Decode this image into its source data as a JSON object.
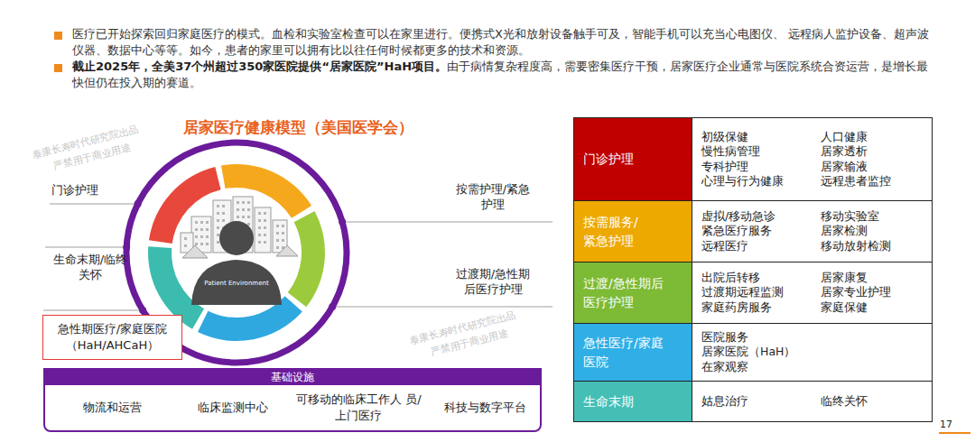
{
  "diagram": {
    "title": "居家医疗健康模型（美国医学会）",
    "nodes": [
      {
        "text": [
          "急性期医疗/家庭医院 （HaH/AHCaH）"
        ]
      },
      {
        "text": [
          "基础设施",
          "物流和运营",
          "临床监测中心",
          "可移动的临床工作人 员/上门医疗",
          "科技与数字平台"
        ]
      },
      {
        "text": [
          "门诊护理",
          "初级保健",
          "人口健康",
          "慢性病管理",
          "居家透析",
          "专科护理",
          "居家输液",
          "心理与行为健康",
          "远程患者监控"
        ]
      },
      {
        "text": [
          "按需服务/ 紧急护理",
          "虚拟/移动急诊",
          "移动实验室",
          "紧急医疗服务",
          "居家检测",
          "远程医疗",
          "移动放射检测"
        ]
      },
      {
        "text": [
          "过渡/急性期后 医疗护理",
          "出院后转移",
          "居家康复",
          "过渡期远程监测",
          "居家专业护理",
          "家庭药房服务",
          "家庭保健"
        ]
      },
      {
        "text": [
          "急性医疗/家庭 医院",
          "医院服务",
          "居家医院（HaH）",
          "在家观察"
        ]
      },
      {
        "text": [
          "生命末期",
          "姑息治疗",
          "临终关怀"
        ]
      }
    ],
    "labels": [
      "医疗已开始探索回归家庭医疗的模式。血检和实验室检查可以在家里进行。便携式X光和放射设备触手可及，智能手机可以充当心电图仪、 远程病人监护设备、超声波仪器、数据中心等等。如今，患者的家里可以拥有比以往任何时候都更多的技术和资源。",
      "截止2025年，全美37个州超过350家医院提供“居家医院”HaH项目。",
      "由于病情复杂程度高，需要密集医疗干预，居家医疗企业通常与医院系统合资运营，是增长最快但仍在投入期的赛道。",
      "门诊护理",
      "生命末期/临终 关怀",
      "按需护理/紧急 护理",
      "过渡期/急性期 后医疗护理",
      "Patient Environment",
      "17",
      "泰康长寿时代研究院出品",
      "严禁用于商业用途",
      "泰康长寿时代研究院出品",
      "严禁用于商业用途"
    ]
  }
}
